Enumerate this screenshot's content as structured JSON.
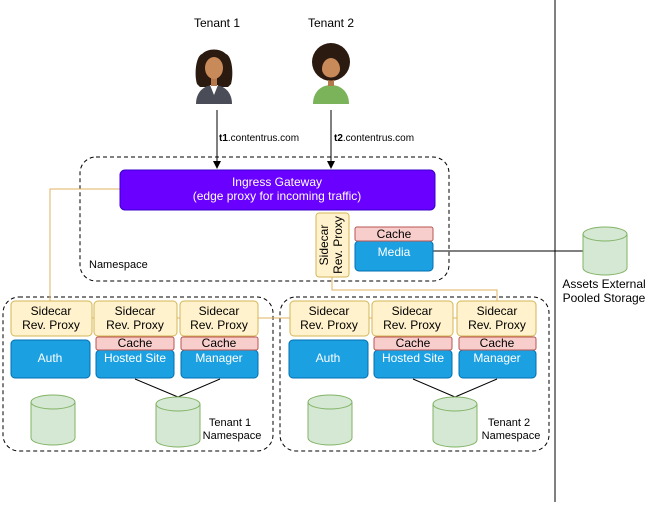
{
  "tenants": {
    "t1": {
      "label": "Tenant 1",
      "domain_prefix": "t1",
      "domain_suffix": ".contentrus.com"
    },
    "t2": {
      "label": "Tenant 2",
      "domain_prefix": "t2",
      "domain_suffix": ".contentrus.com"
    }
  },
  "gateway": {
    "line1": "Ingress Gateway",
    "line2": "(edge proxy for incoming traffic)"
  },
  "namespace": {
    "label": "Namespace"
  },
  "vertical_sidecar": {
    "line1": "Sidecar",
    "line2": "Rev. Proxy"
  },
  "media": {
    "cache": "Cache",
    "label": "Media"
  },
  "storage": {
    "line1": "Assets External",
    "line2": "Pooled Storage"
  },
  "sidecar": {
    "line1": "Sidecar",
    "line2": "Rev. Proxy"
  },
  "services": {
    "auth": "Auth",
    "hosted_site": "Hosted Site",
    "manager": "Manager",
    "cache": "Cache"
  },
  "tenant_namespaces": {
    "t1": {
      "line1": "Tenant 1",
      "line2": "Namespace"
    },
    "t2": {
      "line1": "Tenant 2",
      "line2": "Namespace"
    }
  },
  "colors": {
    "gateway": "#6a00ff",
    "service": "#1ba1e2",
    "service_stroke": "#006eaf",
    "sidecar_fill": "#fff2cc",
    "sidecar_stroke": "#d6b656",
    "cache_fill": "#f8cecc",
    "cache_stroke": "#b85450",
    "db_fill": "#d5e8d4",
    "db_stroke": "#82b366"
  }
}
